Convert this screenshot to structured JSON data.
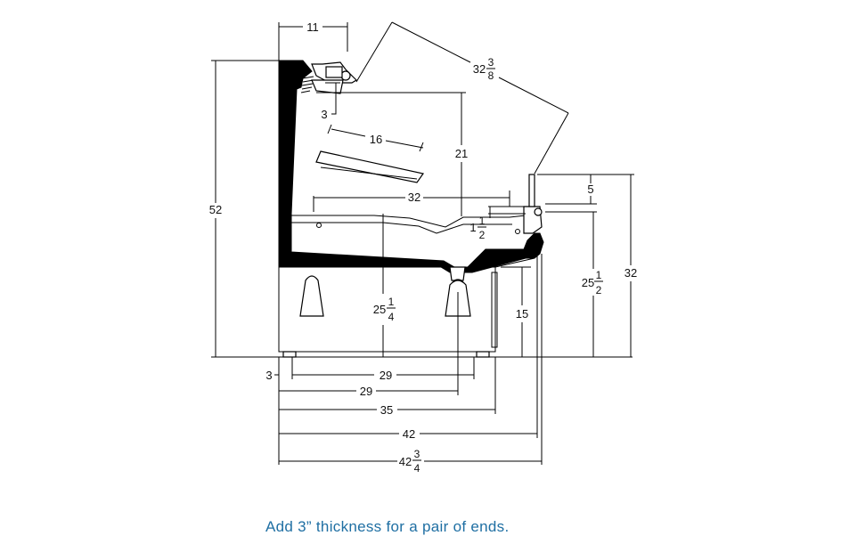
{
  "dimensions": {
    "top_width": "11",
    "diagonal_whole": "32",
    "diagonal_num": "3",
    "diagonal_den": "8",
    "shelf_drop": "3",
    "shelf_depth": "16",
    "top_height": "21",
    "deck_depth": "32",
    "deck_thick_whole": "1",
    "deck_thick_num": "1",
    "deck_thick_den": "2",
    "overall_height": "52",
    "rail_height": "5",
    "front_height_whole": "25",
    "front_height_num": "1",
    "front_height_den": "2",
    "front_overall_height": "32",
    "deck_height_whole": "25",
    "deck_height_num": "1",
    "deck_height_den": "4",
    "base_height": "15",
    "leg_inset": "3",
    "base_leg_span": "29",
    "drain_position": "29",
    "base_depth": "35",
    "case_depth": "42",
    "overall_depth_whole": "42",
    "overall_depth_num": "3",
    "overall_depth_den": "4"
  },
  "note": "Add 3” thickness for a pair of ends."
}
